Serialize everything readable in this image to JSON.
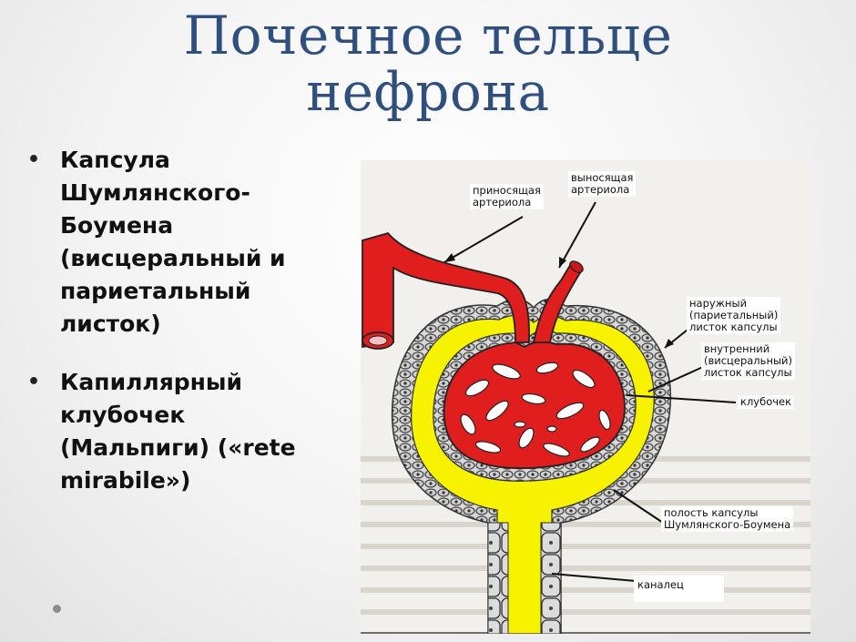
{
  "slide": {
    "title_line1": "Почечное тельце",
    "title_line2": "нефрона",
    "bullets": [
      {
        "text": "Капсула Шумлянского-Боумена (висцеральный и париетальный листок)"
      },
      {
        "text": "Капиллярный клубочек (Мальпиги) («rete mirabile»)"
      }
    ],
    "bullet_glyph": "•"
  },
  "diagram": {
    "labels": {
      "afferent": "приносящая\nартериола",
      "efferent": "выносящая\nартериола",
      "outer_layer": "наружный\n(париетальный)\nлисток капсулы",
      "inner_layer": "внутренний\n(висцеральный)\nлисток капсулы",
      "glomerulus": "клубочек",
      "cavity": "полость капсулы\nШумлянского-Боумена",
      "tubule": "каналец"
    },
    "colors": {
      "blood": "#e01e1e",
      "capsule_cavity": "#f6f200",
      "cells": "#d6d6d6",
      "title": "#2f4f7f"
    }
  }
}
